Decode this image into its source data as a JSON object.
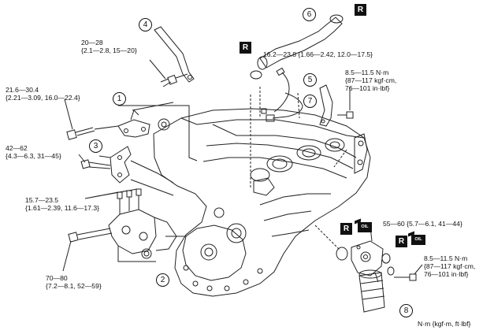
{
  "callouts": [
    "1",
    "2",
    "3",
    "4",
    "5",
    "6",
    "7",
    "8"
  ],
  "replace_badge": "R",
  "oil_badge": "OIL",
  "torque_labels": {
    "bolt_20_28": [
      "20—28",
      "{2.1—2.8, 15—20}"
    ],
    "bolt_21_30": [
      "21.6—30.4",
      "{2.21—3.09, 16.0—22.4}"
    ],
    "bolt_42_62": [
      "42—62",
      "{4.3—6.3, 31—45}"
    ],
    "bolt_15_23": [
      "15.7—23.5",
      "{1.61—2.39, 11.6—17.3}"
    ],
    "bolt_70_80": [
      "70—80",
      "{7.2—8.1, 52—59}"
    ],
    "bolt_16_23": [
      "16.2—23.8 {1.66—2.42, 12.0—17.5}"
    ],
    "bolt_top_right": [
      "8.5—11.5 N·m",
      "{87—117 kgf·cm,",
      "76—101 in·lbf}"
    ],
    "bolt_55_60": [
      "55—60 {5.7—6.1, 41—44}"
    ],
    "bolt_bottom_right": [
      "8.5—11.5 N·m",
      "{87—117 kgf·cm,",
      "76—101 in·lbf}"
    ]
  },
  "units_legend": "N·m {kgf·m, ft·lbf}"
}
